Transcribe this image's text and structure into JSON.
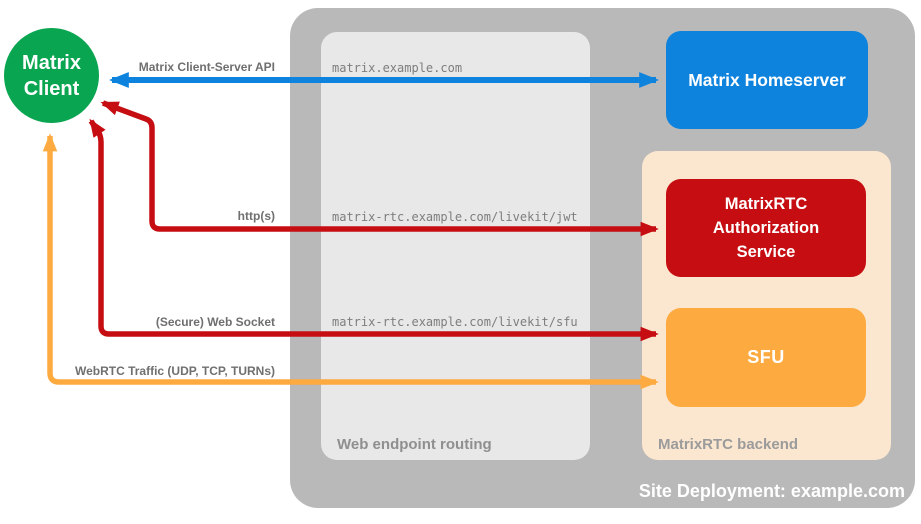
{
  "client": {
    "lines": [
      "Matrix",
      "Client"
    ],
    "color": "#0aa551"
  },
  "arrows": {
    "client_server_api": {
      "label": "Matrix Client-Server API",
      "color": "#0d83dd"
    },
    "http": {
      "label": "http(s)",
      "color": "#c50d12"
    },
    "websocket": {
      "label": "(Secure) Web Socket",
      "color": "#c50d12"
    },
    "webrtc": {
      "label": "WebRTC Traffic (UDP, TCP, TURNs)",
      "color": "#fdab40"
    }
  },
  "routing": {
    "label": "Web endpoint routing",
    "endpoints": [
      "matrix.example.com",
      "matrix-rtc.example.com/livekit/jwt",
      "matrix-rtc.example.com/livekit/sfu"
    ]
  },
  "homeserver": {
    "label": "Matrix Homeserver",
    "color": "#0d83dd"
  },
  "backend": {
    "label": "MatrixRTC backend",
    "auth_service": {
      "lines": [
        "MatrixRTC",
        "Authorization",
        "Service"
      ],
      "color": "#c50d12"
    },
    "sfu": {
      "label": "SFU",
      "color": "#fdab40"
    }
  },
  "deployment": {
    "title": "Site Deployment: example.com",
    "bg": "#b9b9b9",
    "routing_bg": "#e8e8e8",
    "backend_bg": "#fbe7cf"
  }
}
